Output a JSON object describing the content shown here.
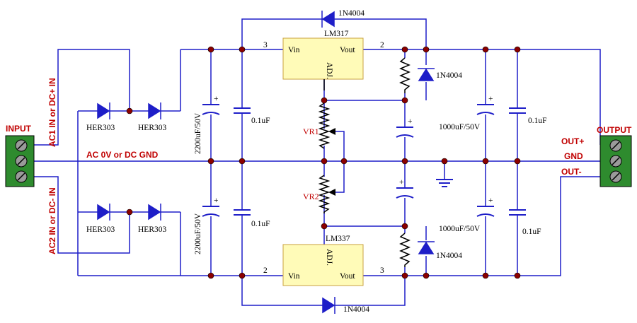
{
  "connectors": {
    "input_title": "INPUT",
    "output_title": "OUTPUT"
  },
  "nets": {
    "ac1": "AC1 IN or DC+ IN",
    "ac2": "AC2 IN or DC- IN",
    "gnd_line": "AC 0V or DC GND",
    "out_plus": "OUT+",
    "gnd": "GND",
    "out_minus": "OUT-"
  },
  "components": {
    "d_her": "HER303",
    "d_1n4004": "1N4004",
    "cap_2200": "2200uF/50V",
    "cap_01": "0.1uF",
    "cap_1000": "1000uF/50V",
    "reg_pos": "LM317",
    "reg_neg": "LM337",
    "vr1": "VR1",
    "vr2": "VR2",
    "pin_vin": "Vin",
    "pin_vout": "Vout",
    "pin_adj": "ADJ.",
    "pin_2": "2",
    "pin_3": "3",
    "plus": "+"
  }
}
